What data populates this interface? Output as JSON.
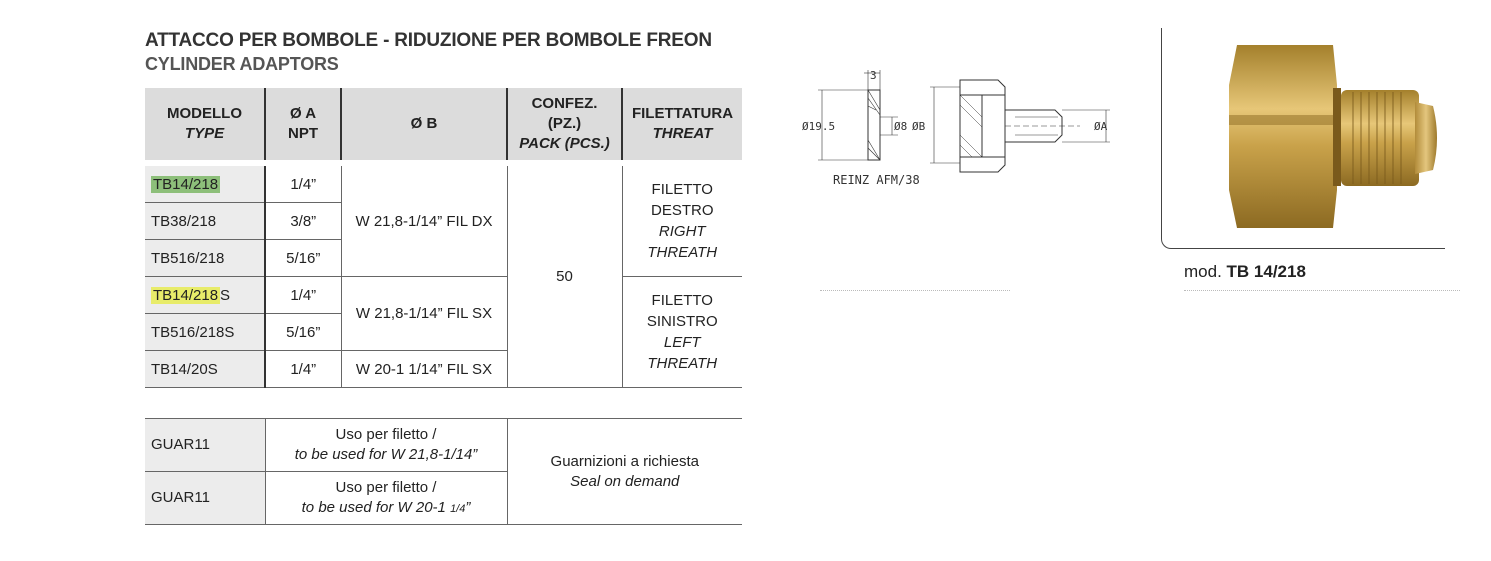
{
  "header": {
    "title": "ATTACCO PER BOMBOLE - RIDUZIONE PER BOMBOLE FREON",
    "subtitle": "CYLINDER ADAPTORS"
  },
  "table": {
    "headers": {
      "model": "MODELLO",
      "model_en": "TYPE",
      "dia_a": "Ø A",
      "dia_a_sub": "NPT",
      "dia_b": "Ø B",
      "pack": "CONFEZ. (PZ.)",
      "pack_en": "PACK (PCS.)",
      "thread": "FILETTATURA",
      "thread_en": "THREAT"
    },
    "rows": [
      {
        "model": "TB14/218",
        "a": "1/4”"
      },
      {
        "model": "TB38/218",
        "a": "3/8”"
      },
      {
        "model": "TB516/218",
        "a": "5/16”"
      },
      {
        "model_main": "TB14/218",
        "model_suffix": "S",
        "a": "1/4”"
      },
      {
        "model": "TB516/218S",
        "a": "5/16”"
      },
      {
        "model": "TB14/20S",
        "a": "1/4”"
      }
    ],
    "b_groups": [
      "W 21,8-1/14” FIL DX",
      "W 21,8-1/14” FIL SX",
      "W 20-1 1/14” FIL SX"
    ],
    "pack_value": "50",
    "thread_right": {
      "l1": "FILETTO",
      "l2": "DESTRO",
      "l3": "RIGHT",
      "l4": "THREATH"
    },
    "thread_left": {
      "l1": "FILETTO",
      "l2": "SINISTRO",
      "l3": "LEFT",
      "l4": "THREATH"
    }
  },
  "seals": {
    "rows": [
      {
        "model": "GUAR11",
        "use": "Uso per filetto /",
        "use_en": "to be used for W 21,8-1/14”"
      },
      {
        "model": "GUAR11",
        "use": "Uso per filetto /",
        "use_en_main": "to be used for W 20-1 ",
        "use_en_frac": "1/4",
        "use_en_end": "”"
      }
    ],
    "note": "Guarnizioni a richiesta",
    "note_en": "Seal on demand"
  },
  "drawing": {
    "dim_3": "3",
    "dim_195": "Ø19.5",
    "dim_8": "Ø8",
    "dim_b": "ØB",
    "dim_a": "ØA",
    "label": "REINZ AFM/38"
  },
  "photo": {
    "caption_prefix": "mod. ",
    "caption_model": "TB 14/218"
  },
  "colors": {
    "header_gray": "#dcdcdc",
    "cell_gray": "#ececec",
    "highlight_green": "#8dbf7a",
    "highlight_yellow": "#e8ec6a",
    "brass": "#c9a24a"
  }
}
